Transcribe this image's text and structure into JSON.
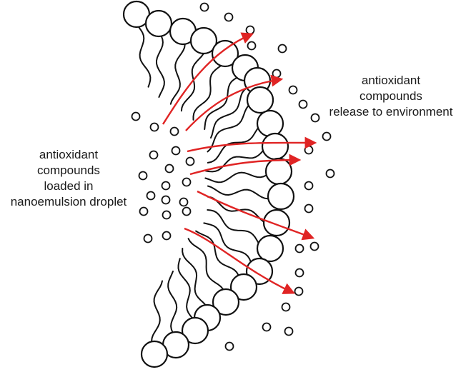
{
  "labels": {
    "loaded": [
      "antioxidant",
      "compounds",
      "loaded in",
      "nanoemulsion droplet"
    ],
    "release": [
      "antioxidant",
      "compounds",
      "release to environment"
    ]
  },
  "colors": {
    "stroke": "#111111",
    "arrow": "#e02424",
    "background": "#ffffff"
  }
}
